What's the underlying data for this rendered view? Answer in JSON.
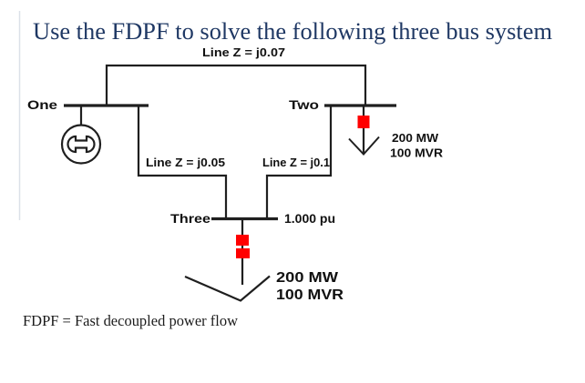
{
  "title": "Use the FDPF to solve the following three bus system",
  "footnote": "FDPF = Fast decoupled power flow",
  "colors": {
    "title_text": "#1f3864",
    "diagram_line": "#1f1f1f",
    "breaker": "#ff0000",
    "background": "#ffffff"
  },
  "diagram": {
    "buses": {
      "one": {
        "label": "One"
      },
      "two": {
        "label": "Two"
      },
      "three": {
        "label": "Three",
        "voltage": "1.000 pu"
      }
    },
    "lines": {
      "one_two": {
        "label": "Line Z = j0.07"
      },
      "one_three": {
        "label": "Line Z = j0.05"
      },
      "two_three": {
        "label": "Line Z = j0.1"
      }
    },
    "loads": {
      "bus_two": {
        "mw": "200 MW",
        "mvr": "100 MVR"
      },
      "bus_three": {
        "mw": "200 MW",
        "mvr": "100 MVR"
      }
    },
    "icons": {
      "generator": "generator-circle-dogbone",
      "breaker": "red-square-breaker",
      "load_arrow": "down-chevron-arrow"
    }
  }
}
